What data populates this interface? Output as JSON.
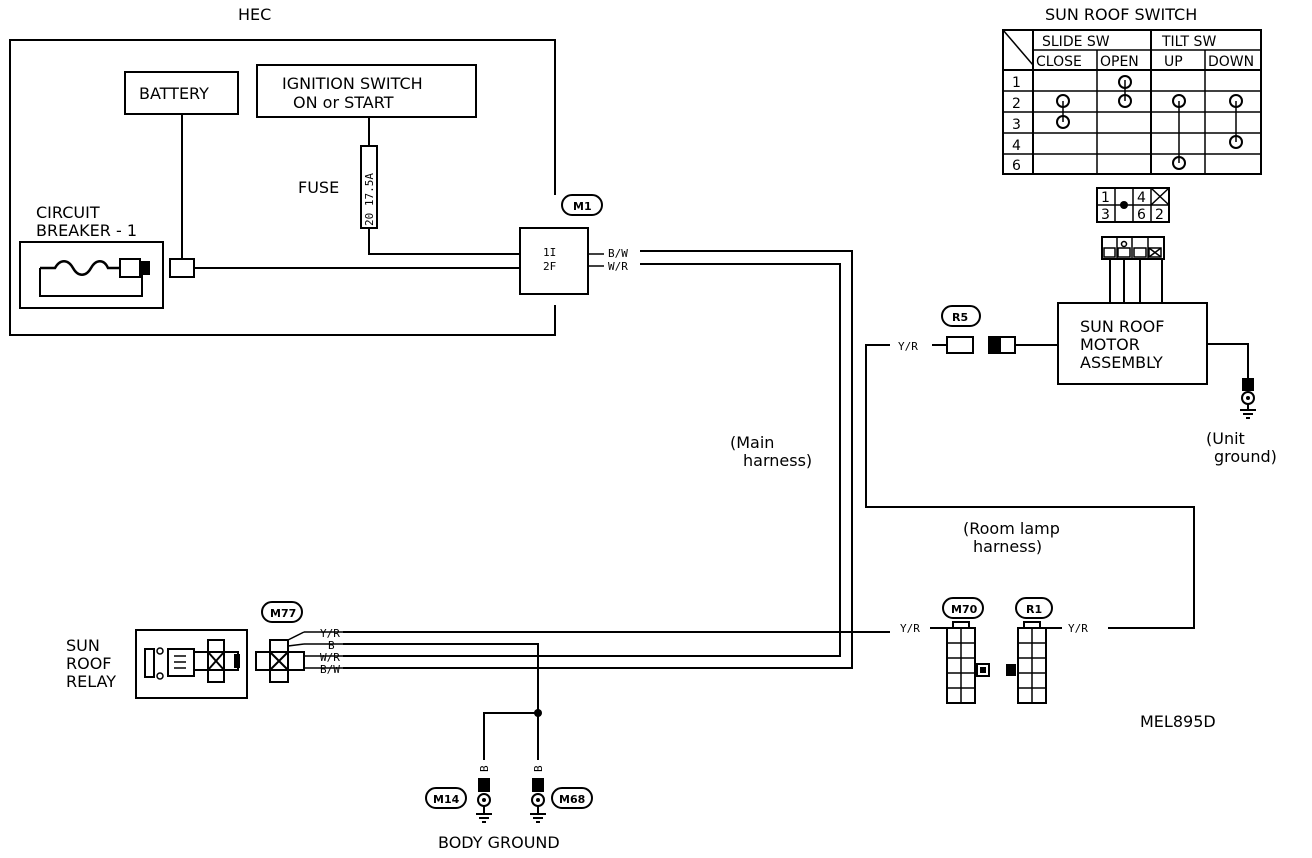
{
  "labels": {
    "hec": "HEC",
    "battery": "BATTERY",
    "ignition_line1": "IGNITION SWITCH",
    "ignition_line2": "ON or START",
    "fuse": "FUSE",
    "fuse_rating": "20 17.5A",
    "circuit_breaker_line1": "CIRCUIT",
    "circuit_breaker_line2": "BREAKER - 1",
    "sun_roof_relay_line1": "SUN",
    "sun_roof_relay_line2": "ROOF",
    "sun_roof_relay_line3": "RELAY",
    "main_harness_line1": "(Main",
    "main_harness_line2": "harness)",
    "room_lamp_harness_line1": "(Room lamp",
    "room_lamp_harness_line2": "harness)",
    "motor_line1": "SUN ROOF",
    "motor_line2": "MOTOR",
    "motor_line3": "ASSEMBLY",
    "unit_ground_line1": "(Unit",
    "unit_ground_line2": "ground)",
    "body_ground": "BODY GROUND",
    "figure_code": "MEL895D"
  },
  "connectors": {
    "m1": "M1",
    "m1_pin_1": "1I",
    "m1_pin_2": "2F",
    "m77": "M77",
    "r5": "R5",
    "m70": "M70",
    "r1": "R1",
    "m14": "M14",
    "m68": "M68"
  },
  "wire_colors": {
    "m1_bw": "B/W",
    "m1_wr": "W/R",
    "m77_yr": "Y/R",
    "m77_b": "B",
    "m77_wr": "W/R",
    "m77_bw": "B/W",
    "m70_yr": "Y/R",
    "r1_yr": "Y/R",
    "r5_yr": "Y/R",
    "m14_b": "B",
    "m68_b": "B"
  },
  "switch_table": {
    "title": "SUN ROOF SWITCH",
    "group_slide": "SLIDE SW",
    "group_tilt": "TILT SW",
    "columns": [
      "CLOSE",
      "OPEN",
      "UP",
      "DOWN"
    ],
    "rows": [
      "1",
      "2",
      "3",
      "4",
      "6"
    ]
  },
  "switch_connector": {
    "pins_top": [
      "1",
      "4"
    ],
    "pins_bottom": [
      "3",
      "6",
      "2"
    ]
  }
}
